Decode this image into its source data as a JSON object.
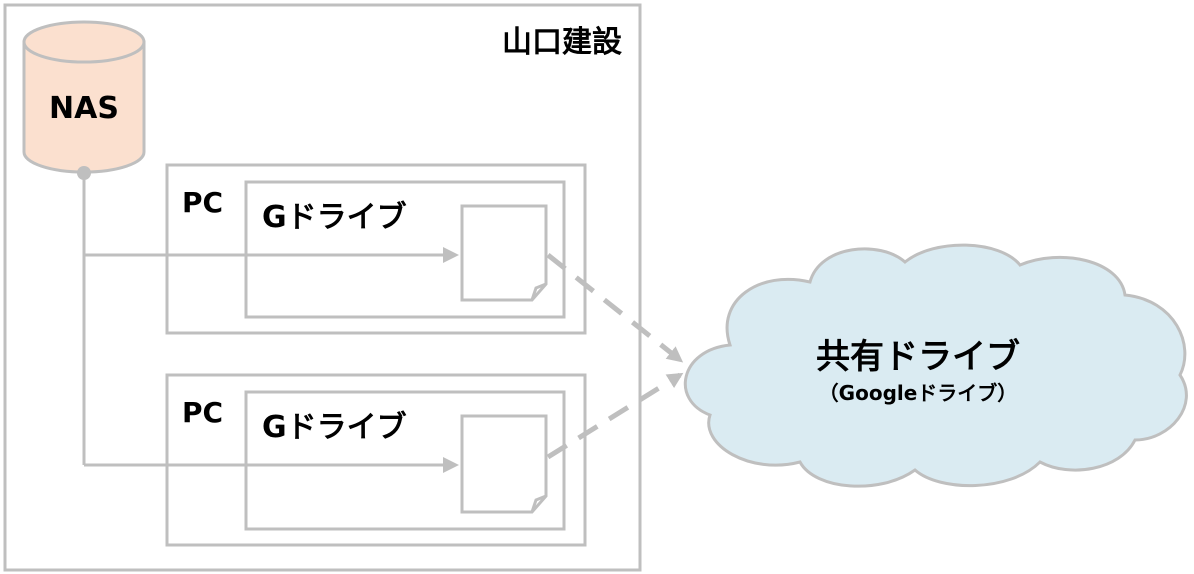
{
  "company": {
    "label": "山口建設"
  },
  "nas": {
    "label": "NAS",
    "fill": "#fbe0cf",
    "stroke": "#bfbfbf"
  },
  "pcs": [
    {
      "pc_label": "PC",
      "drive_label": "Gドライブ"
    },
    {
      "pc_label": "PC",
      "drive_label": "Gドライブ"
    }
  ],
  "cloud": {
    "title": "共有ドライブ",
    "subtitle": "（Googleドライブ）",
    "fill": "#daebf2",
    "stroke": "#bfbfbf"
  },
  "colors": {
    "line": "#bfbfbf",
    "text": "#000000"
  }
}
